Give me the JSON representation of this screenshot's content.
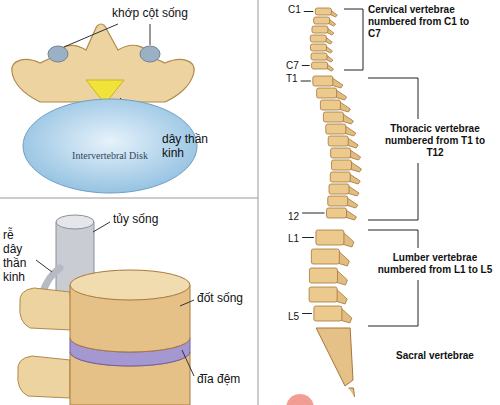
{
  "diagram": {
    "nodes": [
      {
        "text": [
          "Intervertebral Disk"
        ]
      }
    ],
    "labels": [
      "khớp cột sống",
      "dây thần kinh",
      "tủy sống",
      "rễ dây thần kinh",
      "đốt sống",
      "đĩa đệm",
      "C1",
      "Cervical vertebrae numbered from C1 to C7",
      "C7",
      "T1",
      "Thoracic vertebrae numbered from T1 to T12",
      "12",
      "L1",
      "Lumber vertebrae numbered from L1 to L5",
      "L5",
      "Sacral vertebrae"
    ]
  }
}
